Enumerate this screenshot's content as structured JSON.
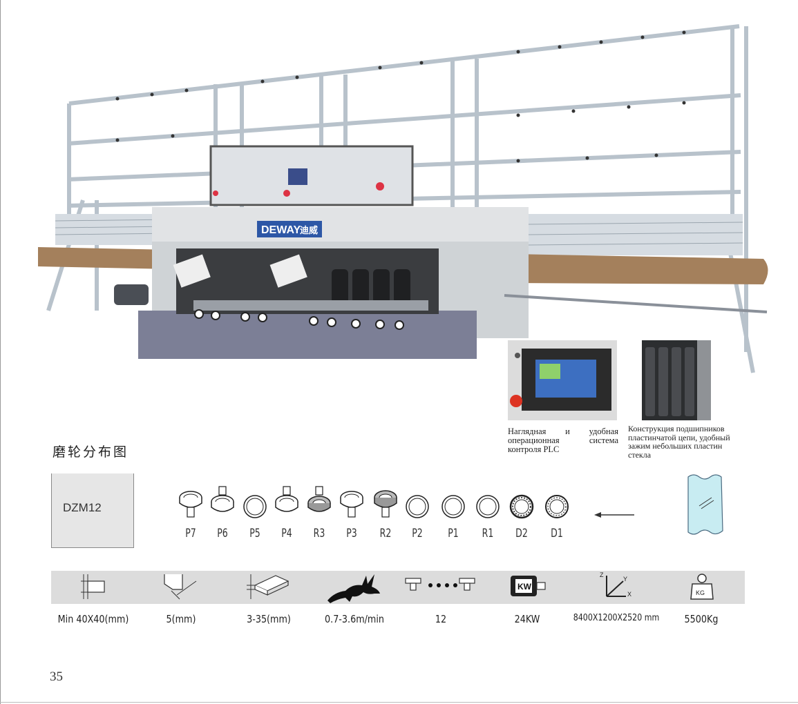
{
  "captions": {
    "plc": "Наглядная и удобная операционная система контроля PLC",
    "chain": "Конструкция подшипников пластинчатой цепи, удобный зажим небольших пластин стекла"
  },
  "machine": {
    "brand_latin": "DEWAY",
    "brand_cn": "迪威"
  },
  "wheel_layout": {
    "title": "磨轮分布图",
    "model": "DZM12",
    "wheels": [
      "P7",
      "P6",
      "P5",
      "P4",
      "R3",
      "P3",
      "R2",
      "P2",
      "P1",
      "R1",
      "D2",
      "D1"
    ]
  },
  "specs": [
    {
      "icon": "glass-size-icon",
      "value": "Min 40X40(mm)"
    },
    {
      "icon": "bevel-angle-icon",
      "value": "5(mm)"
    },
    {
      "icon": "glass-thickness-icon",
      "value": "3-35(mm)"
    },
    {
      "icon": "speed-rabbit-icon",
      "value": "0.7-3.6m/min"
    },
    {
      "icon": "spindle-count-icon",
      "value": "12"
    },
    {
      "icon": "motor-power-icon",
      "value": "24KW"
    },
    {
      "icon": "dimensions-icon",
      "value": "8400X1200X2520 mm"
    },
    {
      "icon": "weight-icon",
      "value": "5500Kg"
    }
  ],
  "page_number": "35"
}
